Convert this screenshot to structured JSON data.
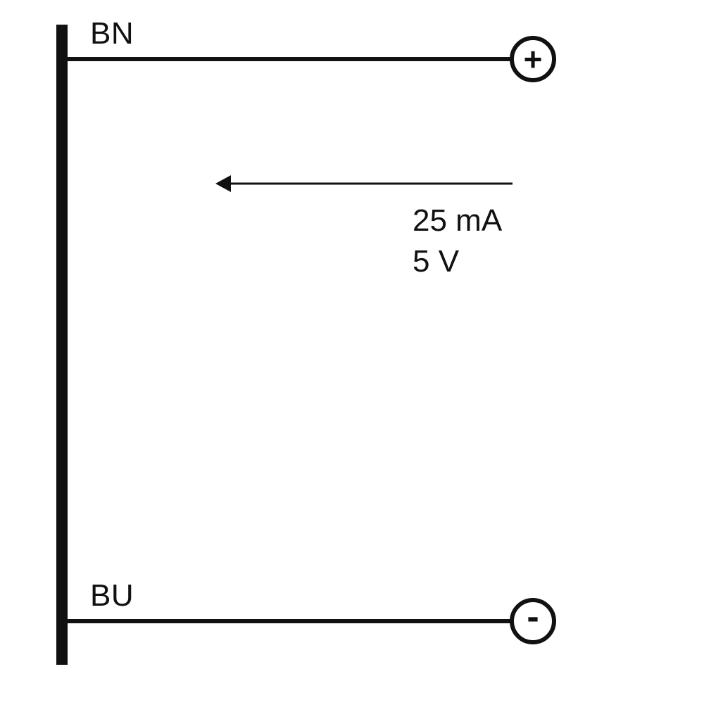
{
  "wires": {
    "top_label": "BN",
    "bottom_label": "BU"
  },
  "terminals": {
    "positive_symbol": "+",
    "negative_symbol": "-"
  },
  "flow": {
    "current": "25 mA",
    "voltage": "5 V"
  },
  "colors": {
    "stroke": "#111111",
    "background": "#ffffff"
  }
}
